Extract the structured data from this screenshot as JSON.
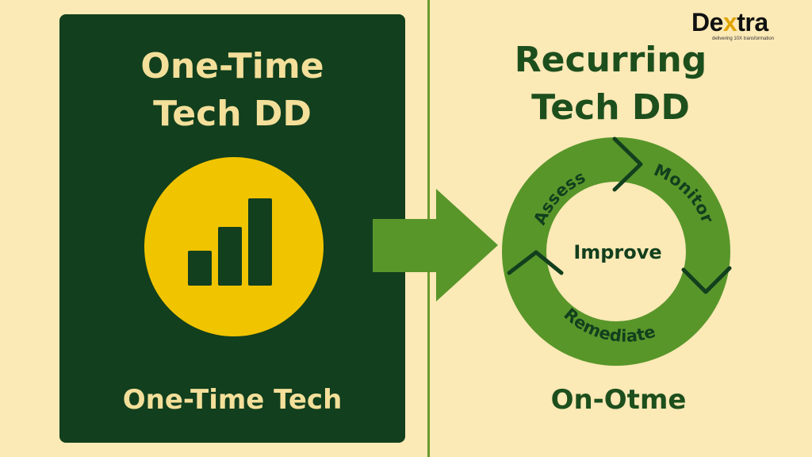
{
  "brand": {
    "name_prefix": "De",
    "name_x": "x",
    "name_suffix": "tra",
    "tagline": "delivering 10X transformation"
  },
  "left_panel": {
    "title_line1": "One-Time",
    "title_line2": "Tech DD",
    "caption": "One-Time Tech",
    "icon": "bar-chart-icon"
  },
  "right_panel": {
    "title_line1": "Recurring",
    "title_line2": "Tech DD",
    "caption": "On-Otme",
    "cycle_center": "Improve",
    "cycle_labels": [
      "Assess",
      "Monitor",
      "Remediate"
    ]
  },
  "colors": {
    "dark_green": "#123f1d",
    "accent_green": "#58962a",
    "cream": "#fbe9b6",
    "yellow": "#f1c400",
    "title_text": "#f3df9a"
  }
}
